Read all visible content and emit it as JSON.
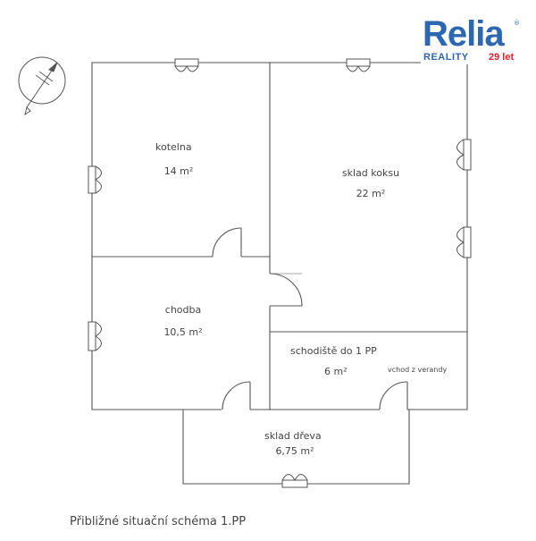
{
  "logo": {
    "name": "Relia",
    "registered": "®",
    "sub": "REALITY",
    "years": "29 let",
    "color_blue": "#2d66b1",
    "color_red": "#e0202a"
  },
  "rooms": {
    "kotelna": {
      "name": "kotelna",
      "area": "14 m²"
    },
    "sklad_koksu": {
      "name": "sklad koksu",
      "area": "22 m²"
    },
    "chodba": {
      "name": "chodba",
      "area": "10,5 m²"
    },
    "schodiste": {
      "name": "schodiště do 1 PP",
      "area": "6 m²",
      "note": "vchod z verandy"
    },
    "sklad_dreva": {
      "name": "sklad dřeva",
      "area": "6,75 m²"
    }
  },
  "caption": "Přibližné situační schéma 1.PP",
  "icons": {
    "compass": "north-arrow-icon"
  },
  "colors": {
    "wall": "#555555"
  }
}
